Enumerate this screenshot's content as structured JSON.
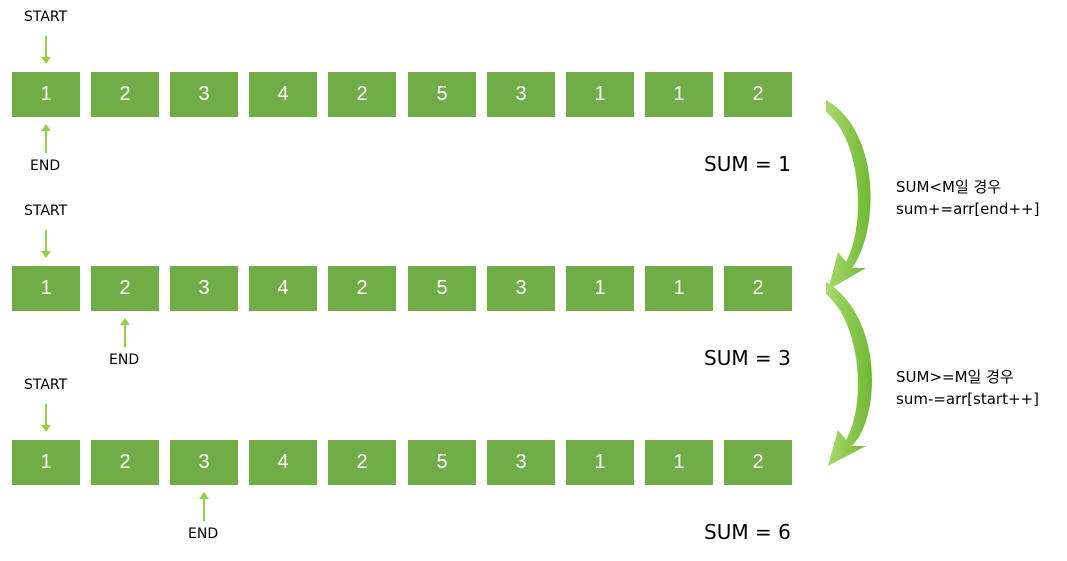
{
  "rows": [
    {
      "cells": [
        "1",
        "2",
        "3",
        "4",
        "2",
        "5",
        "3",
        "1",
        "1",
        "2"
      ],
      "start_index": 0,
      "end_index": 0,
      "start_label": "START",
      "end_label": "END",
      "sum_text": "SUM = 1"
    },
    {
      "cells": [
        "1",
        "2",
        "3",
        "4",
        "2",
        "5",
        "3",
        "1",
        "1",
        "2"
      ],
      "start_index": 0,
      "end_index": 1,
      "start_label": "START",
      "end_label": "END",
      "sum_text": "SUM = 3"
    },
    {
      "cells": [
        "1",
        "2",
        "3",
        "4",
        "2",
        "5",
        "3",
        "1",
        "1",
        "2"
      ],
      "start_index": 0,
      "end_index": 2,
      "start_label": "START",
      "end_label": "END",
      "sum_text": "SUM = 6"
    }
  ],
  "notes": [
    {
      "line1": "SUM<M일 경우",
      "line2": "sum+=arr[end++]"
    },
    {
      "line1": "SUM>=M일 경우",
      "line2": "sum-=arr[start++]"
    }
  ],
  "colors": {
    "cell": "#70ad47",
    "arrow": "#92d050",
    "curve": "#7cc242"
  }
}
